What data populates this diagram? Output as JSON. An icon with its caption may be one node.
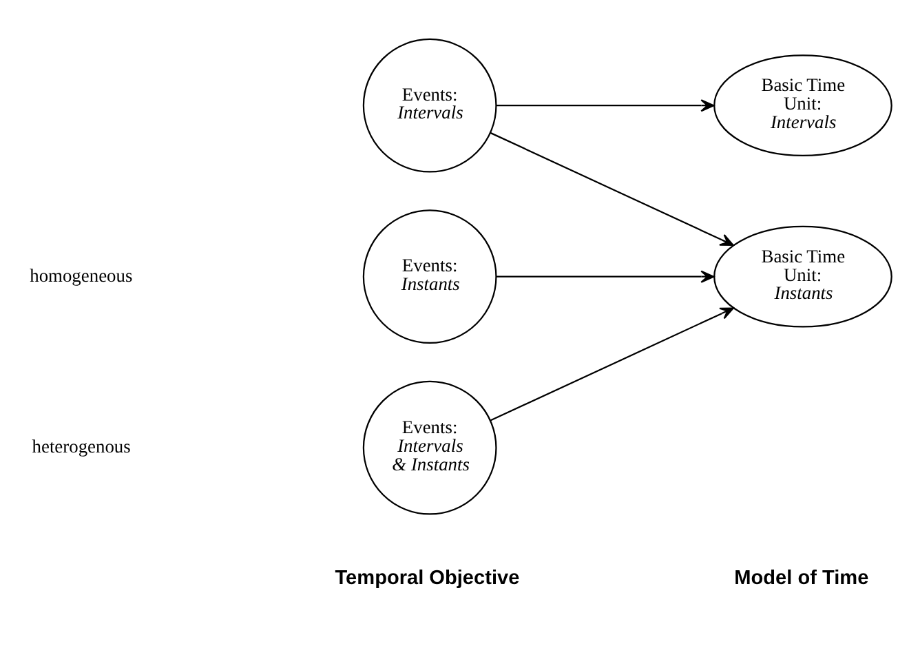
{
  "diagram": {
    "nodes": [
      {
        "text": [
          "Events:",
          "Intervals"
        ]
      },
      {
        "text": [
          "Events:",
          "Instants"
        ]
      },
      {
        "text": [
          "Events:",
          "Intervals & Instants"
        ]
      },
      {
        "text": [
          "Basic Time Unit:",
          "Intervals"
        ]
      },
      {
        "text": [
          "Basic Time Unit:",
          "Instants"
        ]
      }
    ],
    "edges": [
      {
        "from": 0,
        "to": 3,
        "arrow": "to"
      },
      {
        "from": 0,
        "to": 4,
        "arrow": "to"
      },
      {
        "from": 1,
        "to": 4,
        "arrow": "to"
      },
      {
        "from": 2,
        "to": 4,
        "arrow": "to"
      }
    ],
    "labels": [
      "Temporal Objective",
      "Model of Time",
      "homogeneous",
      "heterogenous"
    ]
  }
}
